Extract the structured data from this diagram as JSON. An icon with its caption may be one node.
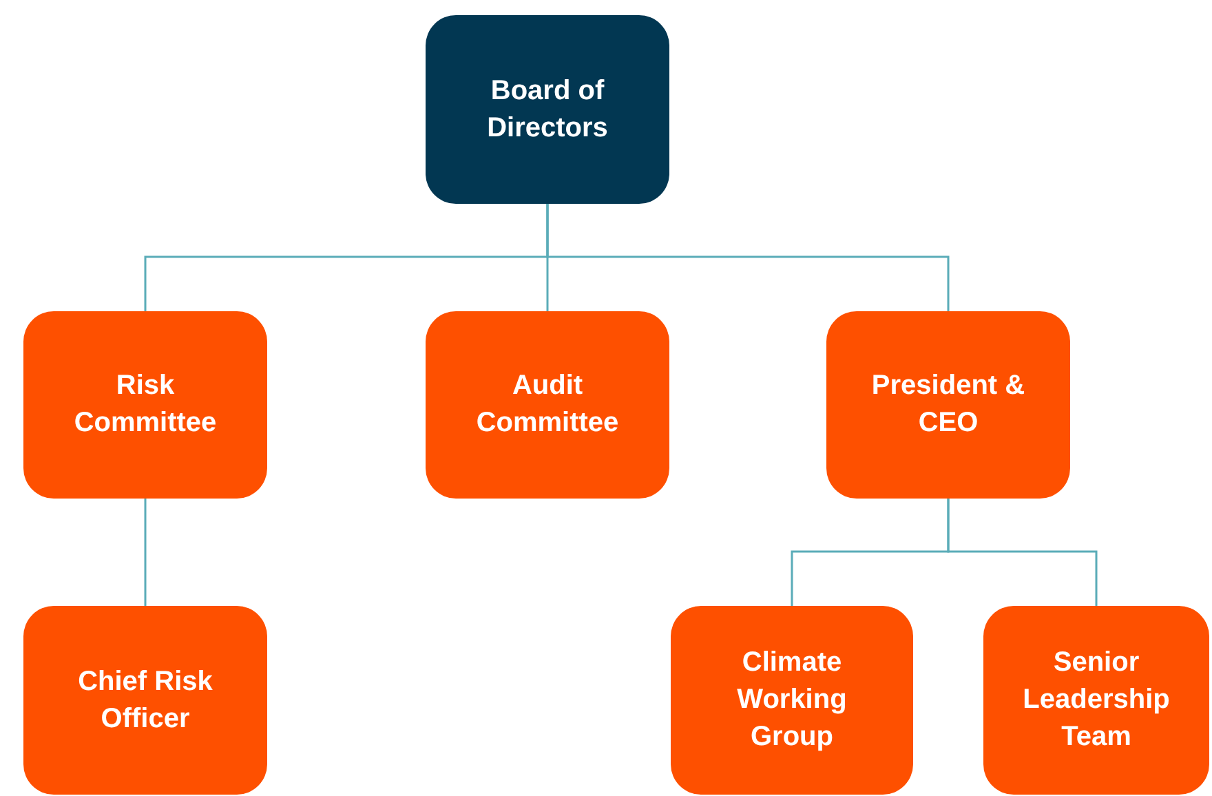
{
  "diagram": {
    "nodes": [
      {
        "text": [
          "Board of Directors"
        ]
      },
      {
        "text": [
          "Risk Committee"
        ]
      },
      {
        "text": [
          "Audit Committee"
        ]
      },
      {
        "text": [
          "President & CEO"
        ]
      },
      {
        "text": [
          "Chief Risk Officer"
        ]
      },
      {
        "text": [
          "Climate Working Group"
        ]
      },
      {
        "text": [
          "Senior Leadership Team"
        ]
      }
    ],
    "edges": [
      {
        "from": 0,
        "to": 1,
        "arrow": "none"
      },
      {
        "from": 0,
        "to": 2,
        "arrow": "none"
      },
      {
        "from": 0,
        "to": 3,
        "arrow": "none"
      },
      {
        "from": 1,
        "to": 4,
        "arrow": "none"
      },
      {
        "from": 3,
        "to": 5,
        "arrow": "none"
      },
      {
        "from": 3,
        "to": 6,
        "arrow": "none"
      }
    ]
  }
}
